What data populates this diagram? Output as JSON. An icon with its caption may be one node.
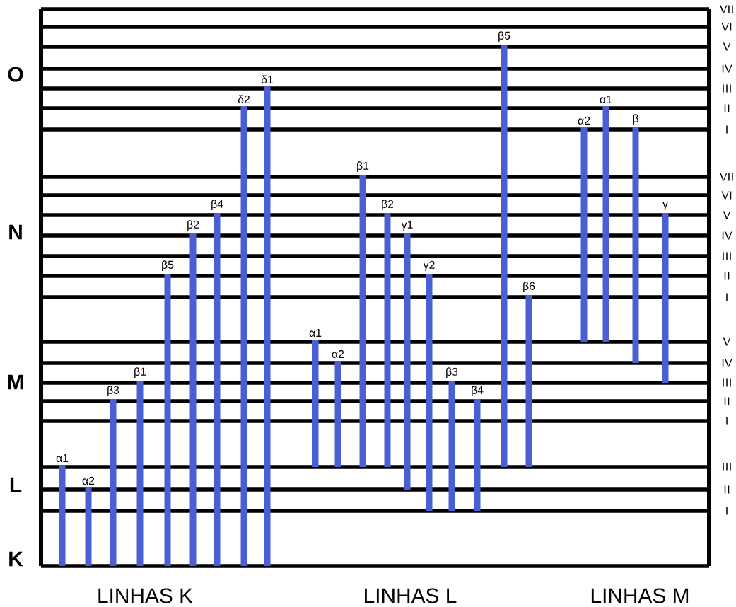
{
  "diagram": {
    "nodes": [
      {
        "text": [],
        "shape": "bar",
        "beside": [
          "VII"
        ]
      },
      {
        "text": [],
        "shape": "bar",
        "beside": [
          "VI"
        ]
      },
      {
        "text": [],
        "shape": "bar",
        "beside": [
          "V"
        ]
      },
      {
        "text": [],
        "shape": "bar",
        "beside": [
          "IV"
        ]
      },
      {
        "text": [],
        "shape": "bar",
        "beside": [
          "III"
        ]
      },
      {
        "text": [],
        "shape": "bar",
        "beside": [
          "II"
        ]
      },
      {
        "text": [],
        "shape": "bar",
        "beside": [
          "I"
        ]
      },
      {
        "text": [],
        "shape": "bar",
        "beside": [
          "VII"
        ]
      },
      {
        "text": [],
        "shape": "bar",
        "beside": [
          "VI"
        ]
      },
      {
        "text": [],
        "shape": "bar",
        "beside": [
          "V"
        ]
      },
      {
        "text": [],
        "shape": "bar",
        "beside": [
          "IV"
        ]
      },
      {
        "text": [],
        "shape": "bar",
        "beside": [
          "III"
        ]
      },
      {
        "text": [],
        "shape": "bar",
        "beside": [
          "II"
        ]
      },
      {
        "text": [],
        "shape": "bar",
        "beside": [
          "I"
        ]
      },
      {
        "text": [],
        "shape": "bar",
        "beside": [
          "V"
        ]
      },
      {
        "text": [],
        "shape": "bar",
        "beside": [
          "IV"
        ]
      },
      {
        "text": [],
        "shape": "bar",
        "beside": [
          "III"
        ]
      },
      {
        "text": [],
        "shape": "bar",
        "beside": [
          "II"
        ]
      },
      {
        "text": [],
        "shape": "bar",
        "beside": [
          "I"
        ]
      },
      {
        "text": [],
        "shape": "bar",
        "beside": [
          "III"
        ]
      },
      {
        "text": [],
        "shape": "bar",
        "beside": [
          "II"
        ]
      },
      {
        "text": [],
        "shape": "bar",
        "beside": [
          "I"
        ]
      },
      {
        "text": [],
        "shape": "bar",
        "beside": [
          "K"
        ]
      }
    ],
    "edges": [
      {
        "from": 19,
        "to": 22,
        "arrow": "none",
        "label": "α1"
      },
      {
        "from": 20,
        "to": 22,
        "arrow": "none",
        "label": "α2"
      },
      {
        "from": 17,
        "to": 22,
        "arrow": "none",
        "label": "β3"
      },
      {
        "from": 16,
        "to": 22,
        "arrow": "none",
        "label": "β1"
      },
      {
        "from": 12,
        "to": 22,
        "arrow": "none",
        "label": "β5"
      },
      {
        "from": 10,
        "to": 22,
        "arrow": "none",
        "label": "β2"
      },
      {
        "from": 9,
        "to": 22,
        "arrow": "none",
        "label": "β4"
      },
      {
        "from": 5,
        "to": 22,
        "arrow": "none",
        "label": "δ2"
      },
      {
        "from": 4,
        "to": 22,
        "arrow": "none",
        "label": "δ1"
      },
      {
        "from": 14,
        "to": 19,
        "arrow": "none",
        "label": "α1"
      },
      {
        "from": 15,
        "to": 19,
        "arrow": "none",
        "label": "α2"
      },
      {
        "from": 7,
        "to": 19,
        "arrow": "none",
        "label": "β1"
      },
      {
        "from": 9,
        "to": 19,
        "arrow": "none",
        "label": "β2"
      },
      {
        "from": 10,
        "to": 20,
        "arrow": "none",
        "label": "γ1"
      },
      {
        "from": 12,
        "to": 21,
        "arrow": "none",
        "label": "γ2"
      },
      {
        "from": 16,
        "to": 21,
        "arrow": "none",
        "label": "β3"
      },
      {
        "from": 17,
        "to": 21,
        "arrow": "none",
        "label": "β4"
      },
      {
        "from": 2,
        "to": 19,
        "arrow": "none",
        "label": "β5"
      },
      {
        "from": 13,
        "to": 19,
        "arrow": "none",
        "label": "β6"
      },
      {
        "from": 6,
        "to": 14,
        "arrow": "none",
        "label": "α2"
      },
      {
        "from": 5,
        "to": 14,
        "arrow": "none",
        "label": "α1"
      },
      {
        "from": 6,
        "to": 15,
        "arrow": "none",
        "label": "β"
      },
      {
        "from": 9,
        "to": 16,
        "arrow": "none",
        "label": "γ"
      }
    ],
    "labels": [
      "O",
      "N",
      "M",
      "L",
      "LINHAS K",
      "LINHAS L",
      "LINHAS M"
    ]
  }
}
